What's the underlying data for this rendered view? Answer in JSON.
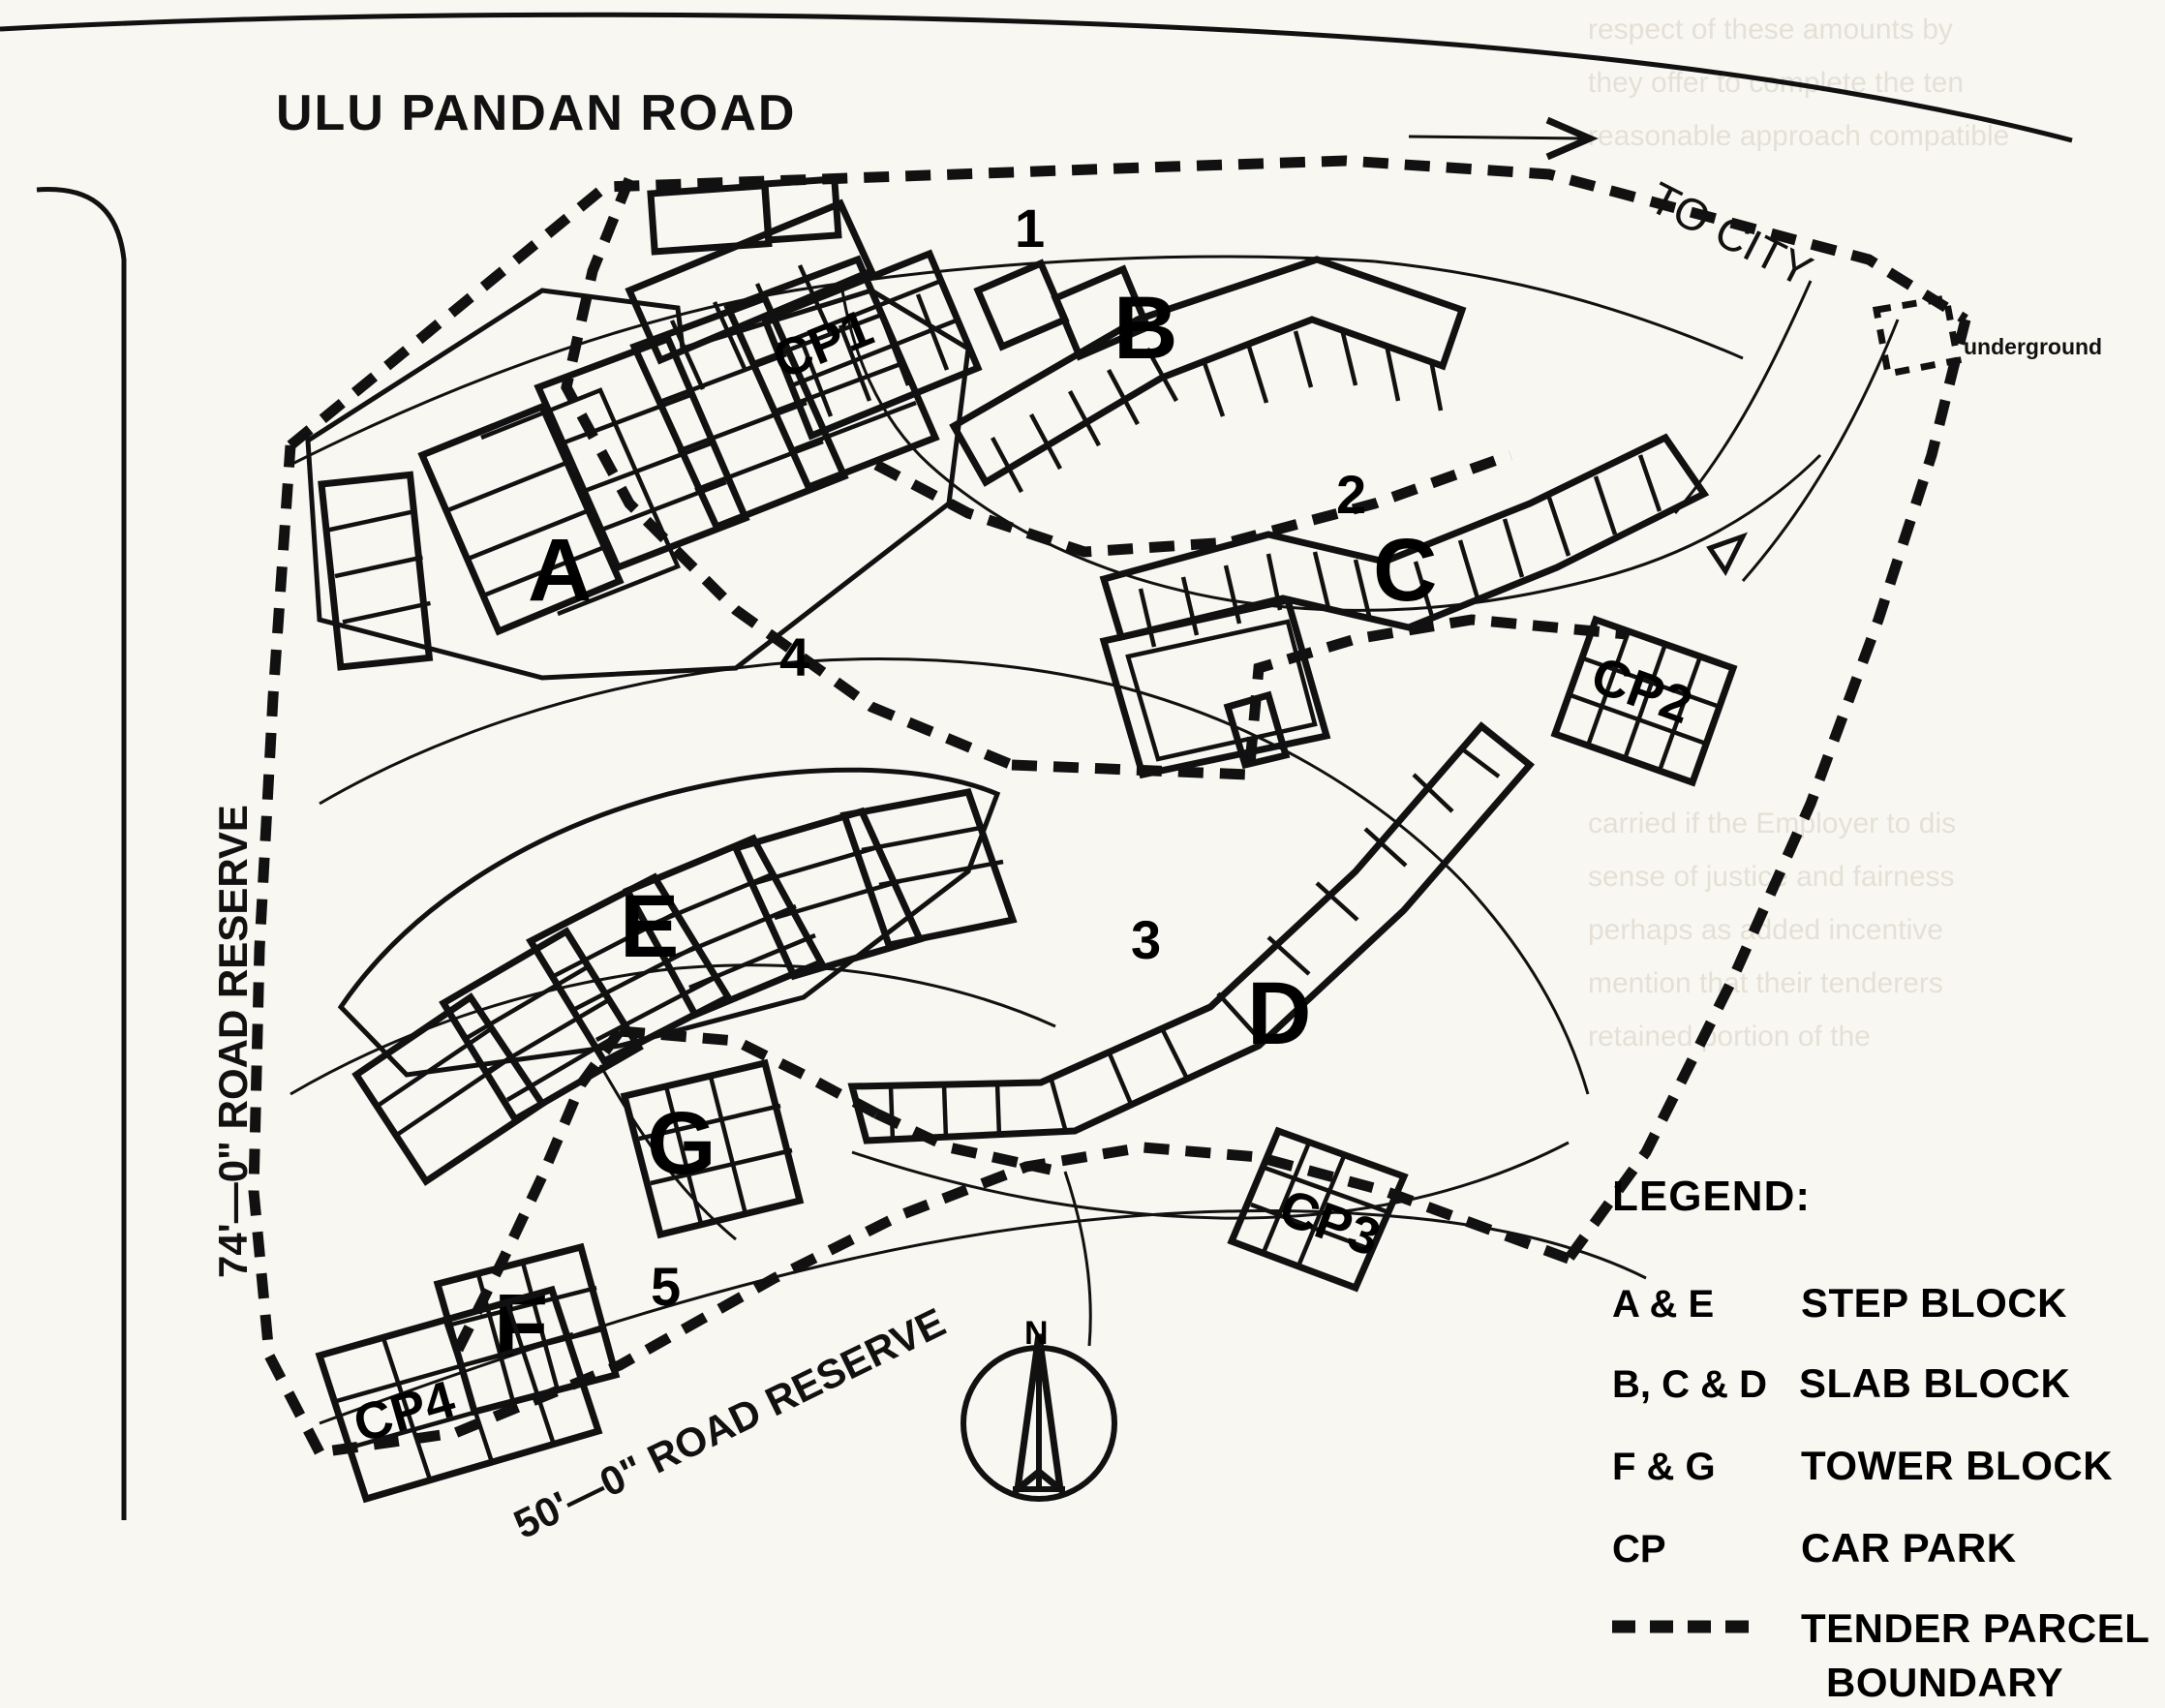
{
  "title_road": "ULU  PANDAN  ROAD",
  "direction_label": "TO  CITY",
  "underground_label": "underground",
  "north_label": "N",
  "road_reserves": {
    "west": "74'—0\"  ROAD RESERVE",
    "south": "50'—0\"  ROAD RESERVE"
  },
  "blocks": [
    {
      "id": "A",
      "label": "A",
      "type": "STEP BLOCK"
    },
    {
      "id": "B",
      "label": "B",
      "type": "SLAB BLOCK"
    },
    {
      "id": "C",
      "label": "C",
      "type": "SLAB BLOCK"
    },
    {
      "id": "D",
      "label": "D",
      "type": "SLAB BLOCK"
    },
    {
      "id": "E",
      "label": "E",
      "type": "STEP BLOCK"
    },
    {
      "id": "F",
      "label": "F",
      "type": "TOWER BLOCK"
    },
    {
      "id": "G",
      "label": "G",
      "type": "TOWER BLOCK"
    }
  ],
  "car_parks": [
    {
      "id": "CP1",
      "label": "CP1"
    },
    {
      "id": "CP2",
      "label": "CP2"
    },
    {
      "id": "CP3",
      "label": "CP3"
    },
    {
      "id": "CP4",
      "label": "CP4"
    }
  ],
  "parcels": [
    {
      "id": "1",
      "label": "1"
    },
    {
      "id": "2",
      "label": "2"
    },
    {
      "id": "3",
      "label": "3"
    },
    {
      "id": "4",
      "label": "4"
    },
    {
      "id": "5",
      "label": "5"
    }
  ],
  "legend": {
    "heading": "LEGEND:",
    "rows": [
      {
        "key": "A & E",
        "value": "STEP BLOCK",
        "symbol": "text"
      },
      {
        "key": "B, C & D",
        "value": "SLAB BLOCK",
        "symbol": "text"
      },
      {
        "key": "F & G",
        "value": "TOWER BLOCK",
        "symbol": "text"
      },
      {
        "key": "CP",
        "value": "CAR PARK",
        "symbol": "text"
      },
      {
        "key": "",
        "value": "TENDER PARCEL",
        "value2": "BOUNDARY",
        "symbol": "dashed-line"
      }
    ]
  },
  "colors": {
    "ink": "#111111",
    "paper": "#f8f7f1",
    "ghost_text": "#e2ddd2"
  },
  "bleed_through_text": [
    "respect of these amounts by",
    "they offer to complete the ten",
    "reasonable approach compatible",
    "carried if the Employer to dis",
    "sense of justice and fairness",
    "perhaps as added incentive",
    "mention that their tenderers",
    "retained portion of the"
  ]
}
